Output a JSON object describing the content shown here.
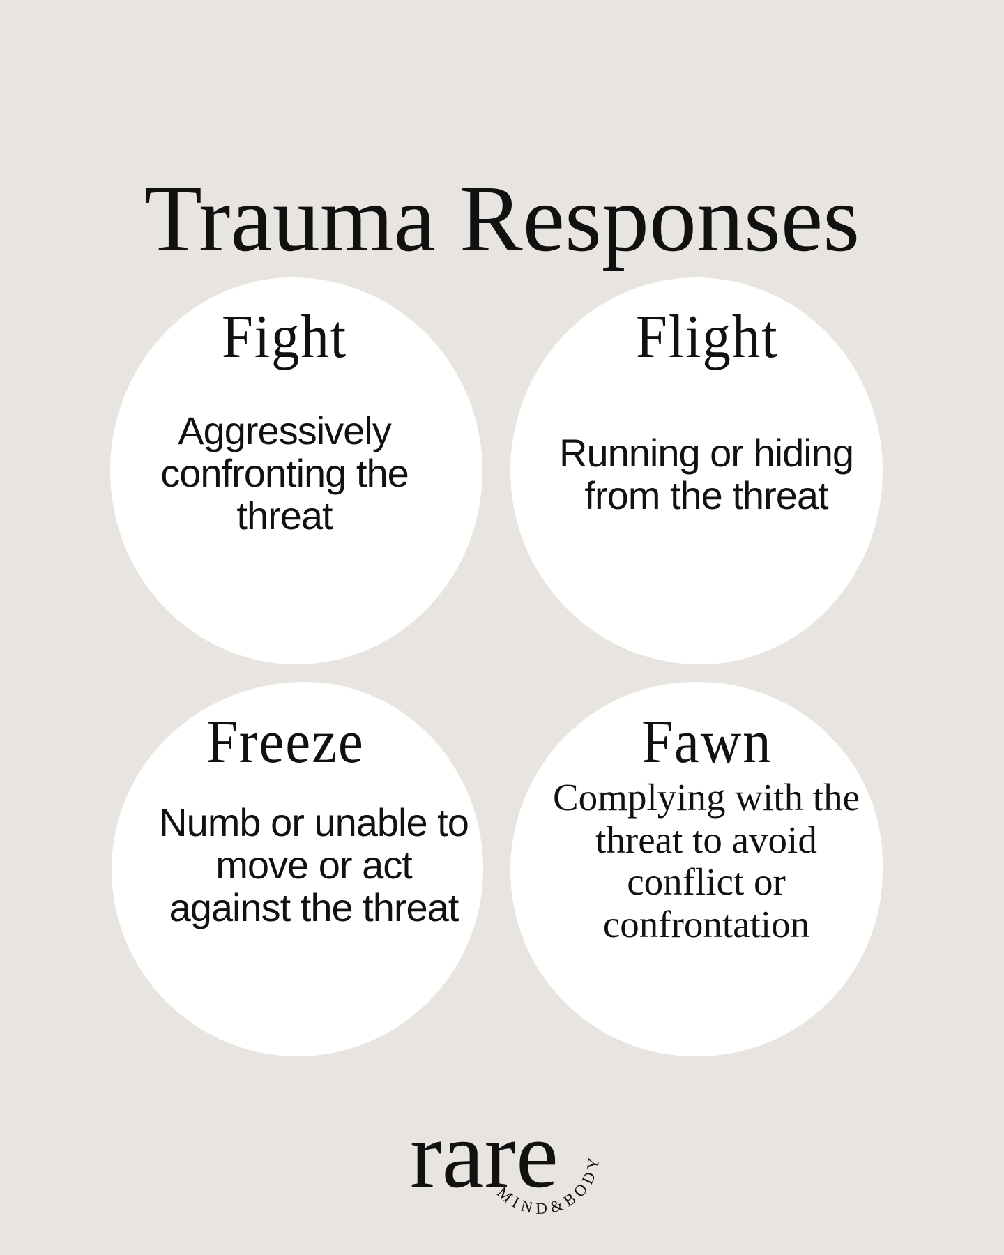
{
  "page": {
    "title": "Trauma Responses",
    "background_color": "#e8e4df",
    "circle_color": "#ffffff",
    "text_color": "#111111"
  },
  "responses": [
    {
      "heading": "Fight",
      "description_lines": [
        "Aggressively",
        "confronting the",
        "threat"
      ]
    },
    {
      "heading": "Flight",
      "description_lines": [
        "Running or hiding",
        "from the threat"
      ]
    },
    {
      "heading": "Freeze",
      "description_lines": [
        "Numb or unable to",
        "move or act",
        "against the threat"
      ]
    },
    {
      "heading": "Fawn",
      "description_lines": [
        "Complying with the",
        "threat to avoid",
        "conflict or",
        "confrontation"
      ]
    }
  ],
  "logo": {
    "wordmark": "rare",
    "tagline": "MIND&BODY"
  }
}
